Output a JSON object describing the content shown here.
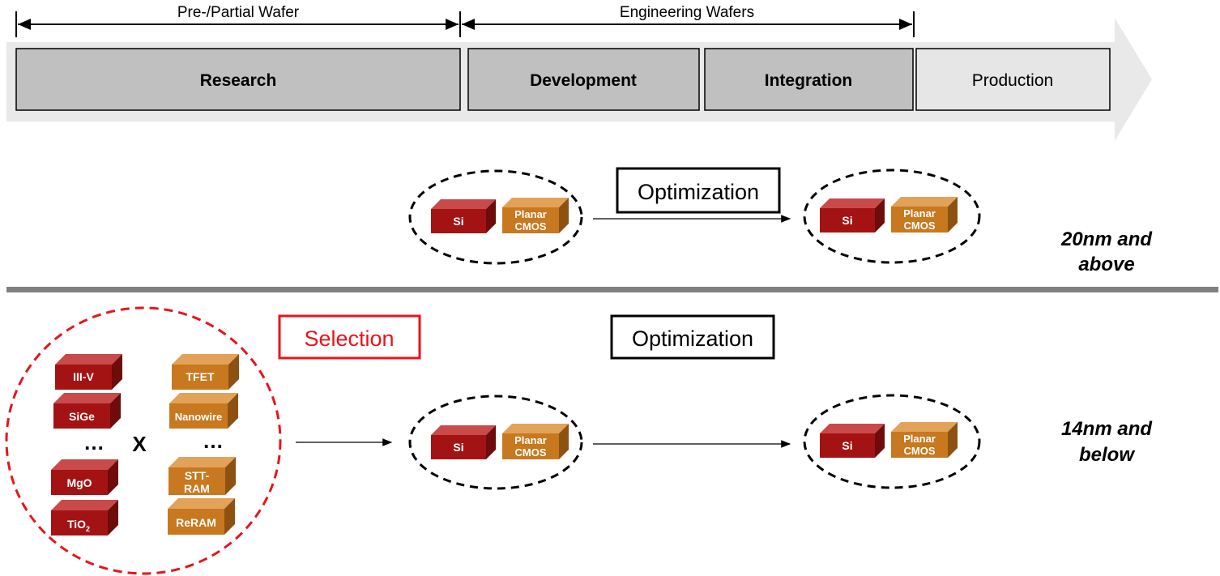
{
  "timeline": {
    "span_left": "Pre-/Partial Wafer",
    "span_right": "Engineering Wafers",
    "stages": [
      "Research",
      "Development",
      "Integration",
      "Production"
    ]
  },
  "top_row": {
    "optimization_label": "Optimization",
    "left_group": {
      "material": "Si",
      "device": [
        "Planar",
        "CMOS"
      ]
    },
    "right_group": {
      "material": "Si",
      "device": [
        "Planar",
        "CMOS"
      ]
    },
    "node_label": [
      "20nm and",
      "above"
    ]
  },
  "bottom_row": {
    "selection_label": "Selection",
    "optimization_label": "Optimization",
    "materials": [
      "III-V",
      "SiGe",
      "MgO",
      "TiO"
    ],
    "materials_ellipsis": "…",
    "devices": [
      "TFET",
      "Nanowire",
      "STT-",
      "RAM",
      "ReRAM"
    ],
    "devices_ellipsis": "…",
    "cross_symbol": "X",
    "tio2_subscript": "2",
    "left_group": {
      "material": "Si",
      "device": [
        "Planar",
        "CMOS"
      ]
    },
    "right_group": {
      "material": "Si",
      "device": [
        "Planar",
        "CMOS"
      ]
    },
    "node_label": [
      "14nm and",
      "below"
    ]
  },
  "colors": {
    "material_cube": "#a31313",
    "device_cube": "#c8781e",
    "stage_dark": "#c0c0c0",
    "stage_light": "#e6e6e6",
    "selection_red": "#e8141c"
  }
}
